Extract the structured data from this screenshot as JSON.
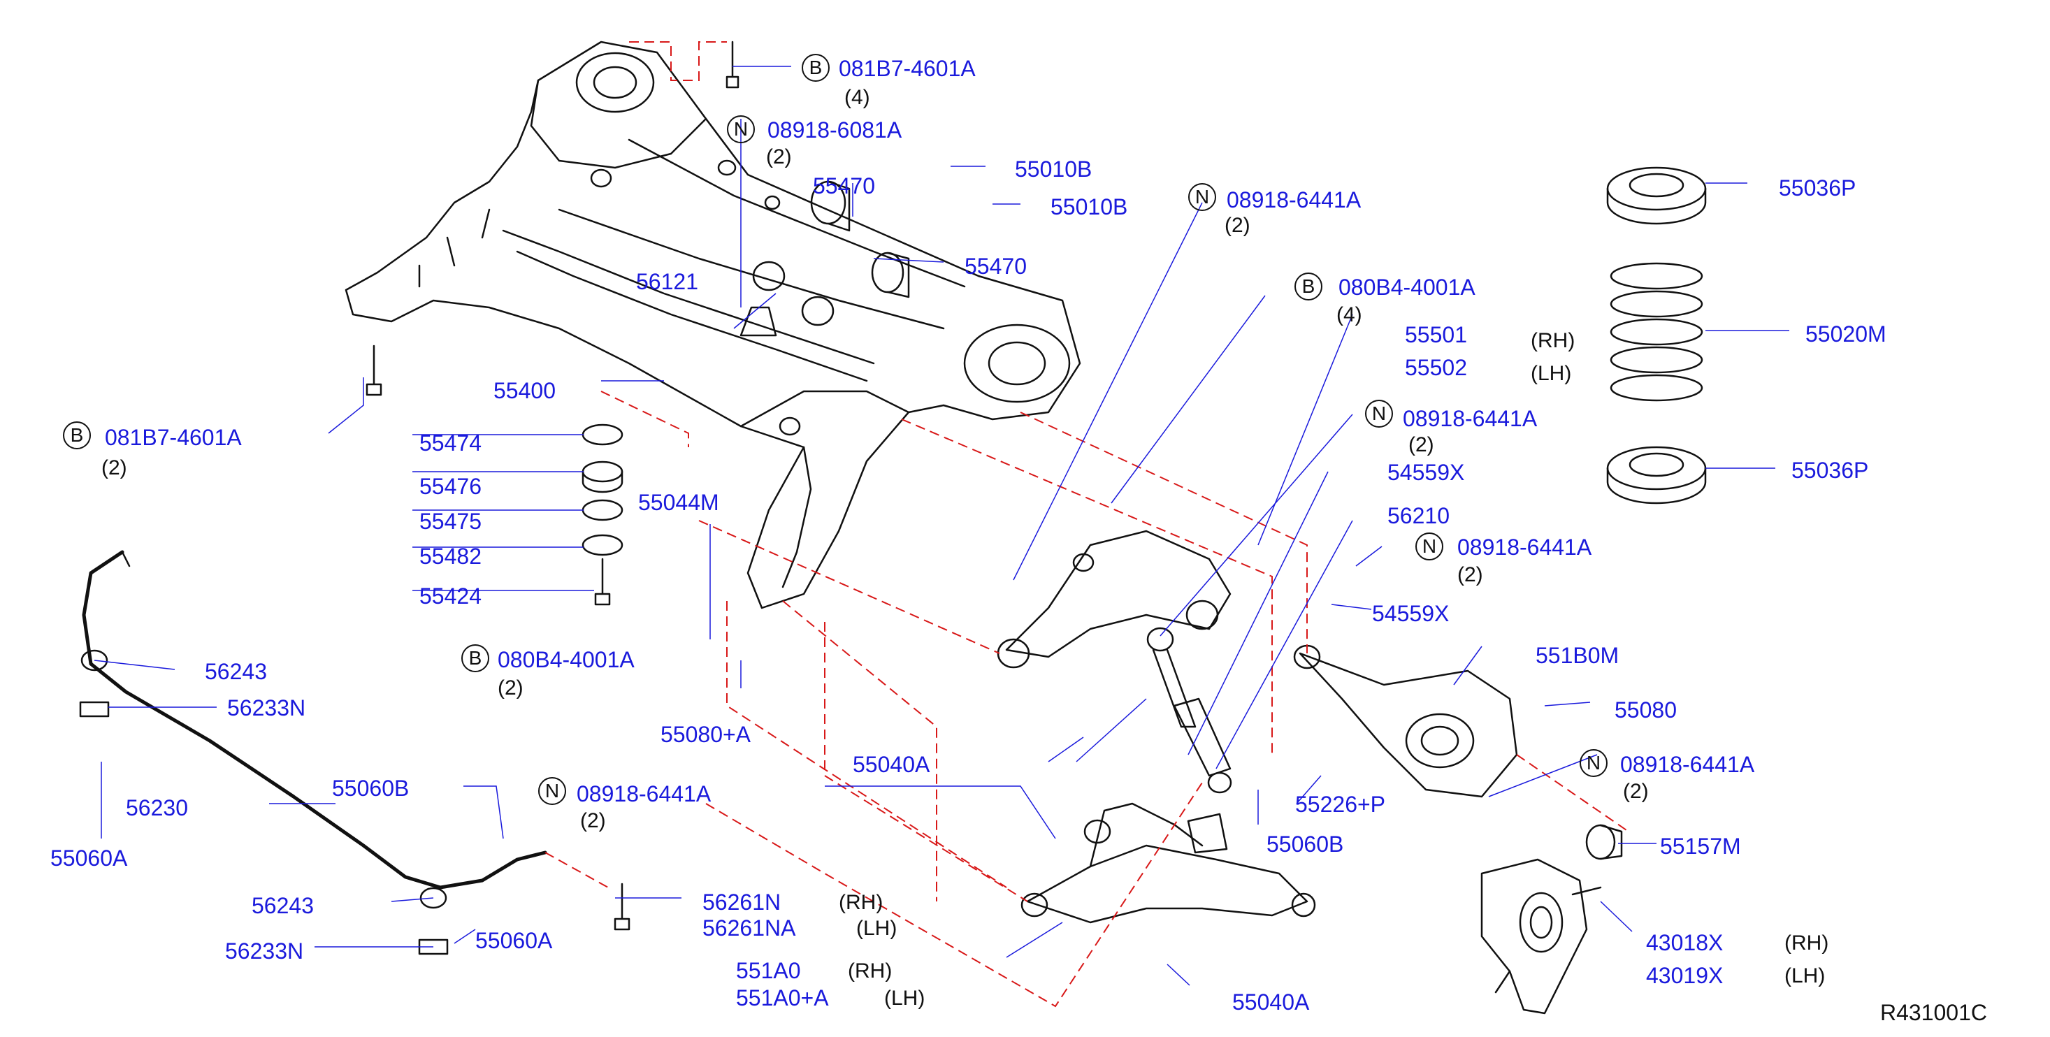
{
  "diagram_ref": "R431001C",
  "callouts": [
    {
      "id": "c1",
      "prefix": "B",
      "part": "081B7-4601A",
      "qty": "(4)"
    },
    {
      "id": "c2",
      "prefix": "N",
      "part": "08918-6081A",
      "qty": "(2)"
    },
    {
      "id": "c3",
      "prefix": "",
      "part": "55010B"
    },
    {
      "id": "c4",
      "prefix": "",
      "part": "55010B"
    },
    {
      "id": "c5",
      "prefix": "",
      "part": "55470"
    },
    {
      "id": "c6",
      "prefix": "",
      "part": "55470"
    },
    {
      "id": "c7",
      "prefix": "",
      "part": "56121"
    },
    {
      "id": "c8",
      "prefix": "N",
      "part": "08918-6441A",
      "qty": "(2)"
    },
    {
      "id": "c9",
      "prefix": "B",
      "part": "080B4-4001A",
      "qty": "(4)"
    },
    {
      "id": "c10",
      "prefix": "",
      "part": "55501",
      "side": "(RH)"
    },
    {
      "id": "c11",
      "prefix": "",
      "part": "55502",
      "side": "(LH)"
    },
    {
      "id": "c12",
      "prefix": "",
      "part": "55036P"
    },
    {
      "id": "c13",
      "prefix": "",
      "part": "55020M"
    },
    {
      "id": "c14",
      "prefix": "",
      "part": "55036P"
    },
    {
      "id": "c15",
      "prefix": "",
      "part": "55400"
    },
    {
      "id": "c16",
      "prefix": "B",
      "part": "081B7-4601A",
      "qty": "(2)"
    },
    {
      "id": "c17",
      "prefix": "",
      "part": "55474"
    },
    {
      "id": "c18",
      "prefix": "",
      "part": "55476"
    },
    {
      "id": "c19",
      "prefix": "",
      "part": "55475"
    },
    {
      "id": "c20",
      "prefix": "",
      "part": "55482"
    },
    {
      "id": "c21",
      "prefix": "",
      "part": "55424"
    },
    {
      "id": "c22",
      "prefix": "",
      "part": "55044M"
    },
    {
      "id": "c23",
      "prefix": "N",
      "part": "08918-6441A",
      "qty": "(2)"
    },
    {
      "id": "c24",
      "prefix": "",
      "part": "54559X"
    },
    {
      "id": "c25",
      "prefix": "",
      "part": "56210"
    },
    {
      "id": "c26",
      "prefix": "N",
      "part": "08918-6441A",
      "qty": "(2)"
    },
    {
      "id": "c27",
      "prefix": "",
      "part": "54559X"
    },
    {
      "id": "c28",
      "prefix": "",
      "part": "551B0M"
    },
    {
      "id": "c29",
      "prefix": "",
      "part": "55080"
    },
    {
      "id": "c30",
      "prefix": "B",
      "part": "080B4-4001A",
      "qty": "(2)"
    },
    {
      "id": "c31",
      "prefix": "",
      "part": "55080+A"
    },
    {
      "id": "c32",
      "prefix": "",
      "part": "56243"
    },
    {
      "id": "c33",
      "prefix": "",
      "part": "56233N"
    },
    {
      "id": "c34",
      "prefix": "",
      "part": "56230"
    },
    {
      "id": "c35",
      "prefix": "",
      "part": "55060A"
    },
    {
      "id": "c36",
      "prefix": "",
      "part": "55060B"
    },
    {
      "id": "c37",
      "prefix": "N",
      "part": "08918-6441A",
      "qty": "(2)"
    },
    {
      "id": "c38",
      "prefix": "",
      "part": "55040A"
    },
    {
      "id": "c39",
      "prefix": "",
      "part": "55226+P"
    },
    {
      "id": "c40",
      "prefix": "",
      "part": "55060B"
    },
    {
      "id": "c41",
      "prefix": "N",
      "part": "08918-6441A",
      "qty": "(2)"
    },
    {
      "id": "c42",
      "prefix": "",
      "part": "55157M"
    },
    {
      "id": "c43",
      "prefix": "",
      "part": "56261N",
      "side": "(RH)"
    },
    {
      "id": "c44",
      "prefix": "",
      "part": "56261NA",
      "side": "(LH)"
    },
    {
      "id": "c45",
      "prefix": "",
      "part": "56243"
    },
    {
      "id": "c46",
      "prefix": "",
      "part": "56233N"
    },
    {
      "id": "c47",
      "prefix": "",
      "part": "55060A"
    },
    {
      "id": "c48",
      "prefix": "",
      "part": "551A0",
      "side": "(RH)"
    },
    {
      "id": "c49",
      "prefix": "",
      "part": "551A0+A",
      "side": "(LH)"
    },
    {
      "id": "c50",
      "prefix": "",
      "part": "55040A"
    },
    {
      "id": "c51",
      "prefix": "",
      "part": "43018X",
      "side": "(RH)"
    },
    {
      "id": "c52",
      "prefix": "",
      "part": "43019X",
      "side": "(LH)"
    }
  ]
}
